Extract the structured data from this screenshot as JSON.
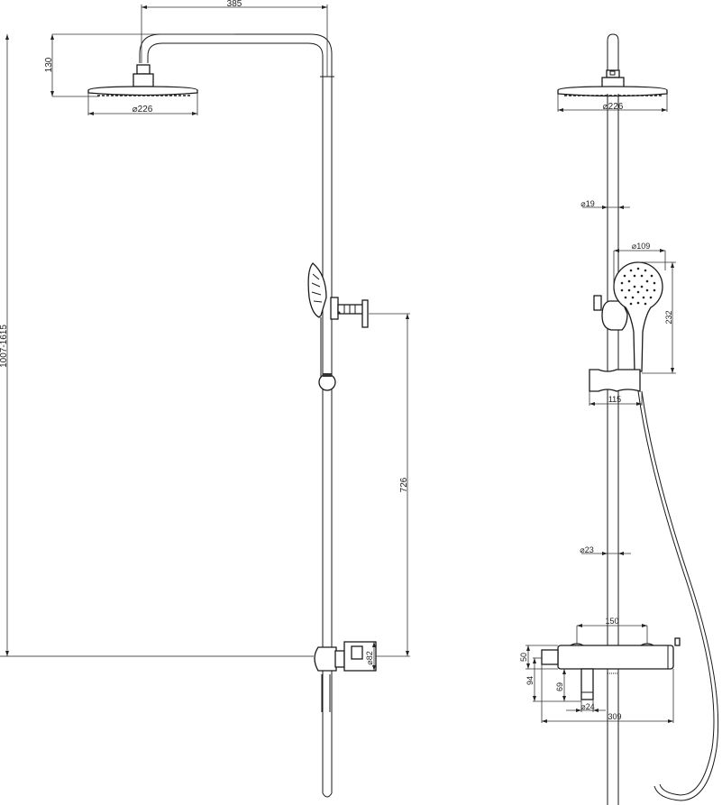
{
  "drawing": {
    "type": "technical-drawing",
    "subject": "thermostatic shower column",
    "side_view": {
      "dimensions": {
        "arm_reach": "385",
        "head_drop": "130",
        "head_diameter": "⌀226",
        "total_height": "1007-1615",
        "mixer_to_bracket": "726",
        "outlet_diameter": "⌀82"
      }
    },
    "front_view": {
      "dimensions": {
        "head_diameter": "⌀226",
        "pipe_upper_diameter": "⌀19",
        "hand_shower_diameter": "⌀109",
        "hand_shower_length": "232",
        "slider_width": "115",
        "pipe_lower_diameter": "⌀23",
        "mixer_centers": "150",
        "mixer_height": "50",
        "mixer_depth_total": "94",
        "spout_height": "69",
        "spout_diameter": "⌀24",
        "mixer_width": "309"
      }
    }
  }
}
